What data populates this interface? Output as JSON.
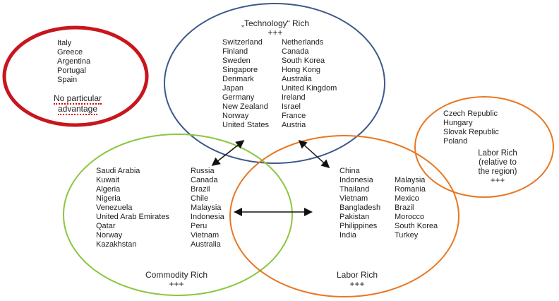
{
  "colors": {
    "no_advantage": "#c8161d",
    "technology": "#3d5a8a",
    "commodity": "#8cc63f",
    "labor": "#e87722"
  },
  "no_advantage": {
    "countries": [
      "Italy",
      "Greece",
      "Argentina",
      "Portugal",
      "Spain"
    ],
    "label_line1": "No particular",
    "label_line2": "advantage"
  },
  "technology": {
    "title": "„Technology“ Rich",
    "rating": "+++",
    "col1": [
      "Switzerland",
      "Finland",
      "Sweden",
      "Singapore",
      "Denmark",
      "Japan",
      "Germany",
      "New Zealand",
      "Norway",
      "United States"
    ],
    "col2": [
      "Netherlands",
      "Canada",
      "South Korea",
      "Hong Kong",
      "Australia",
      "United Kingdom",
      "Ireland",
      "Israel",
      "France",
      "Austria"
    ]
  },
  "commodity": {
    "title": "Commodity Rich",
    "rating": "+++",
    "col1": [
      "Saudi Arabia",
      "Kuwait",
      "Algeria",
      "Nigeria",
      "Venezuela",
      "United Arab Emirates",
      "Qatar",
      "Norway",
      "Kazakhstan"
    ],
    "col2": [
      "Russia",
      "Canada",
      "Brazil",
      "Chile",
      "Malaysia",
      "Indonesia",
      "Peru",
      "Vietnam",
      "Australia"
    ]
  },
  "labor": {
    "title": "Labor Rich",
    "rating": "+++",
    "col1": [
      "China",
      "Indonesia",
      "Thailand",
      "Vietnam",
      "Bangladesh",
      "Pakistan",
      "Philippines",
      "India"
    ],
    "col2": [
      "Malaysia",
      "Romania",
      "Mexico",
      "Brazil",
      "Morocco",
      "South Korea",
      "Turkey"
    ]
  },
  "labor_regional": {
    "countries": [
      "Czech Republic",
      "Hungary",
      "Slovak Republic",
      "Poland"
    ],
    "title_lines": [
      "Labor Rich",
      "(relative to",
      "the region)"
    ],
    "rating": "+++"
  }
}
